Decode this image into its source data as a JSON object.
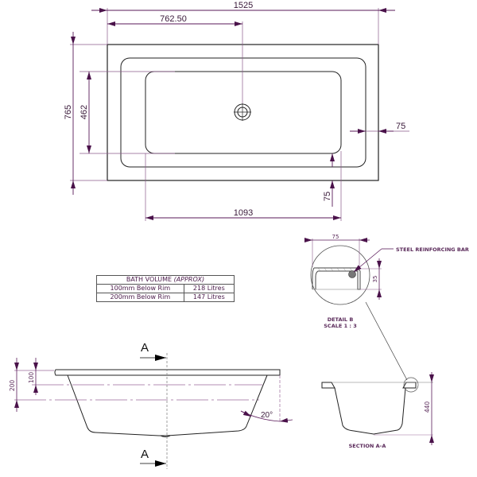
{
  "plan_view": {
    "overall_length": "1525",
    "waste_offset": "762.50",
    "overall_width": "765",
    "inner_width": "462",
    "inner_length": "1093",
    "rim_right": "75",
    "rim_bottom": "75"
  },
  "volume_table": {
    "title": "BATH VOLUME",
    "title_note": "(APPROX)",
    "rows": [
      {
        "depth": "100mm Below Rim",
        "volume": "218 Litres"
      },
      {
        "depth": "200mm Below Rim",
        "volume": "147 Litres"
      }
    ]
  },
  "detail_b": {
    "width_dim": "75",
    "height_dim": "35",
    "callout": "STEEL REINFORCING BAR",
    "title": "DETAIL B",
    "scale": "SCALE 1 : 3"
  },
  "side_view": {
    "section_marker_top": "A",
    "section_marker_bottom": "A",
    "depth_200": "200",
    "depth_100": "100",
    "angle": "20°"
  },
  "section_a_a": {
    "height_dim": "440",
    "title": "SECTION A-A"
  },
  "colors": {
    "outline": "#222222",
    "dimension": "#5a1a5a",
    "centerline": "#9a7a9a"
  }
}
